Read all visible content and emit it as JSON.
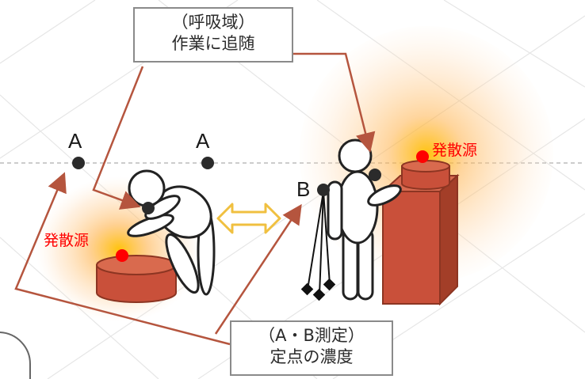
{
  "callouts": {
    "breathing_zone": {
      "line1": "（呼吸域）",
      "line2": "作業に追随"
    },
    "fixed_point": {
      "line1": "（A・B測定）",
      "line2": "定点の濃度"
    }
  },
  "labels": {
    "point_a_left": "A",
    "point_a_right": "A",
    "point_b": "B",
    "source_left": "発散源",
    "source_right": "発散源"
  },
  "colors": {
    "source_marker": "#ff0000",
    "emission_box": "#c9503a",
    "arrow_line": "#b5553e",
    "double_arrow": "#f0c040"
  }
}
